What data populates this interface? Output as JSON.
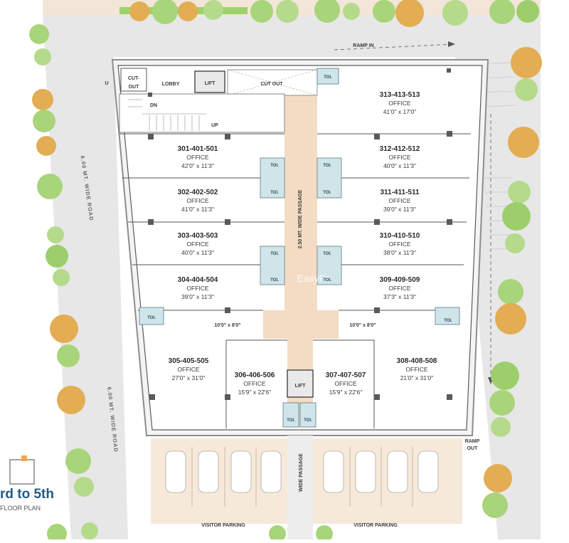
{
  "labels": {
    "ramp_in": "RAMP IN",
    "ramp_out_1": "RAMP",
    "ramp_out_2": "OUT",
    "road_left": "6.00 MT. WIDE ROAD",
    "road_bottom_left": "6.00 MT. WIDE ROAD",
    "passage_vertical": "2.50 MT. WIDE PASSAGE",
    "passage_bottom": "WIDE PASSAGE",
    "visitor_parking_left": "VISITOR PARKING",
    "visitor_parking_right": "VISITOR PARKING",
    "lobby": "LOBBY",
    "cut_out_1": "CUT-",
    "cut_out_2": "OUT",
    "cut_out_top": "CUT OUT",
    "lift_top": "LIFT",
    "lift_bottom": "LIFT",
    "dn": "DN",
    "up": "UP",
    "toilet": "TOI.",
    "corridor_left": "10'0\" x 8'0\"",
    "corridor_right": "10'0\" x 8'0\"",
    "watermark": "EasyPr",
    "floor_title": "rd to 5th",
    "floor_subtitle": "FLOOR PLAN",
    "u_mark": "U"
  },
  "units": [
    {
      "id": "u313",
      "number": "313-413-513",
      "type": "OFFICE",
      "size": "41'0\" x 17'0\""
    },
    {
      "id": "u301",
      "number": "301-401-501",
      "type": "OFFICE",
      "size": "42'0\" x 11'3\""
    },
    {
      "id": "u312",
      "number": "312-412-512",
      "type": "OFFICE",
      "size": "40'0\" x 11'3\""
    },
    {
      "id": "u302",
      "number": "302-402-502",
      "type": "OFFICE",
      "size": "41'0\" x 11'3\""
    },
    {
      "id": "u311",
      "number": "311-411-511",
      "type": "OFFICE",
      "size": "39'0\" x 11'3\""
    },
    {
      "id": "u303",
      "number": "303-403-503",
      "type": "OFFICE",
      "size": "40'0\" x 11'3\""
    },
    {
      "id": "u310",
      "number": "310-410-510",
      "type": "OFFICE",
      "size": "38'0\" x 11'3\""
    },
    {
      "id": "u304",
      "number": "304-404-504",
      "type": "OFFICE",
      "size": "39'0\" x 11'3\""
    },
    {
      "id": "u309",
      "number": "309-409-509",
      "type": "OFFICE",
      "size": "37'3\" x 11'3\""
    },
    {
      "id": "u305",
      "number": "305-405-505",
      "type": "OFFICE",
      "size": "27'0\" x 31'0\""
    },
    {
      "id": "u306",
      "number": "306-406-506",
      "type": "OFFICE",
      "size": "15'9\" x 22'6\""
    },
    {
      "id": "u307",
      "number": "307-407-507",
      "type": "OFFICE",
      "size": "15'9\" x 22'6\""
    },
    {
      "id": "u308",
      "number": "308-408-508",
      "type": "OFFICE",
      "size": "21'0\" x 31'0\""
    }
  ],
  "colors": {
    "passage": "#f3dcc3",
    "toilet": "#cfe5ea",
    "road": "#e6e6e6",
    "tree_green": "#9ccf6c",
    "tree_orange": "#e2a84a",
    "title_blue": "#1f5b8a"
  }
}
